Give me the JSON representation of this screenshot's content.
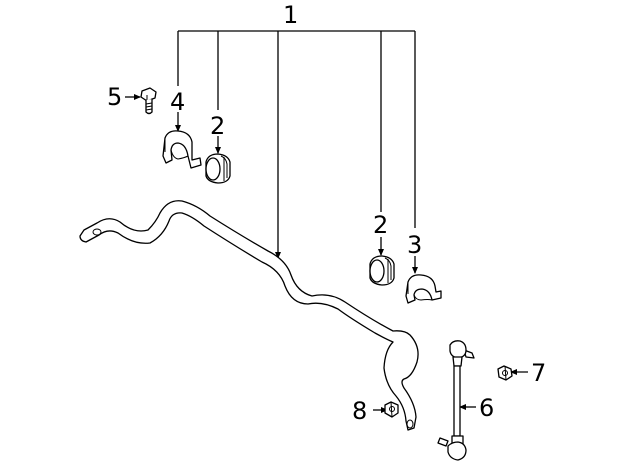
{
  "diagram": {
    "callouts": {
      "c1": "1",
      "c2a": "2",
      "c2b": "2",
      "c3": "3",
      "c4": "4",
      "c5": "5",
      "c6": "6",
      "c7": "7",
      "c8": "8"
    },
    "line_color": "#000000",
    "background": "#ffffff"
  }
}
